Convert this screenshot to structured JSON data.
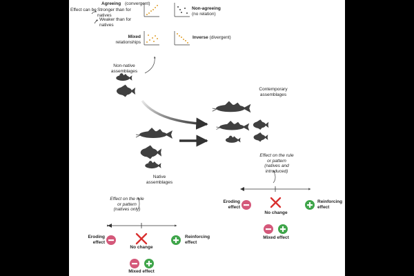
{
  "colors": {
    "fish": "#404040",
    "eroding": "#d4587a",
    "reinforcing": "#3fa54a",
    "no_change": "#d9302f",
    "plot_dots": "#e0a030",
    "arrow": "#333333"
  },
  "legend": {
    "agreeing_title": "Agreeing",
    "agreeing_note": "(convergent)",
    "effect_can_be": "Effect can be",
    "stronger": "Stronger than for natives",
    "weaker": "Weaker than for natives",
    "non_agreeing_title": "Non-agreeing",
    "non_agreeing_note": "(no relation)",
    "mixed_title": "Mixed",
    "mixed_note": "relationships",
    "inverse_title": "Inverse",
    "inverse_note": "(divergent)"
  },
  "assemblages": {
    "non_native": "Non-native assemblages",
    "native": "Native assemblages",
    "contemporary": "Contemporary assemblages"
  },
  "left_effect": {
    "caption": "Effect on the rule or pattern (natives only)",
    "eroding": "Eroding effect",
    "reinforcing": "Reinforcing effect",
    "no_change": "No change",
    "mixed": "Mixed effect"
  },
  "right_effect": {
    "caption": "Effect on the rule or pattern (natives and introduced)",
    "eroding": "Eroding effect",
    "reinforcing": "Reinforcing effect",
    "no_change": "No change",
    "mixed": "Mixed effect"
  },
  "icons": [
    "minus-icon",
    "plus-icon",
    "cross-icon",
    "fish-icon",
    "scatter-plot-icon",
    "curved-arrow-icon"
  ]
}
